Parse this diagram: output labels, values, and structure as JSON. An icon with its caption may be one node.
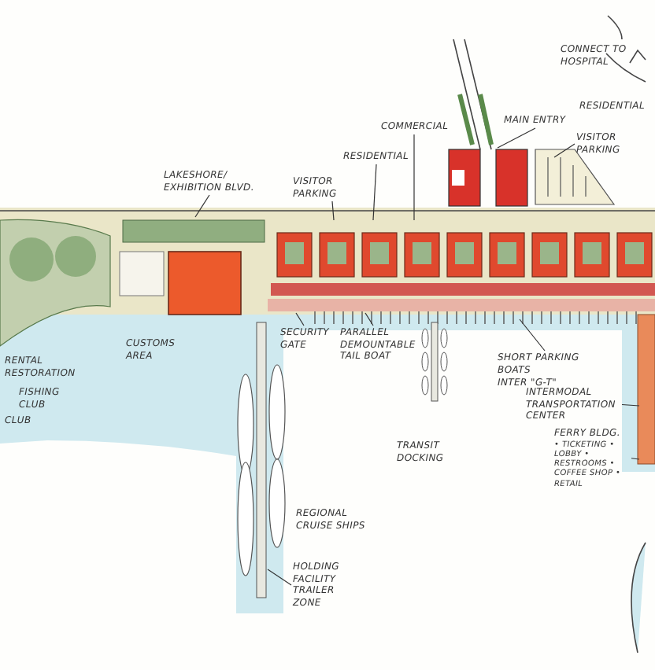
{
  "diagram": {
    "nodes": [
      {
        "text": [
          "LAKESHORE/ EXHIBITION BLVD."
        ]
      },
      {
        "text": [
          "VISITOR PARKING"
        ]
      },
      {
        "text": [
          "RESIDENTIAL"
        ]
      },
      {
        "text": [
          "COMMERCIAL"
        ]
      },
      {
        "text": [
          "MAIN ENTRY"
        ]
      },
      {
        "text": [
          "VISITOR PARKING"
        ]
      },
      {
        "text": [
          "SECURITY GATE"
        ]
      },
      {
        "text": [
          "PARALLEL DEMOUNTABLE TAIL BOAT"
        ]
      },
      {
        "text": [
          "SHORT PARKING BOATS"
        ]
      },
      {
        "text": [
          "INTERMODAL TRANSPORTATION CENTER"
        ]
      },
      {
        "text": [
          "FERRY BLDG.",
          "• TICKETING • LOBBY • RESTROOMS • COFFEE SHOP • RETAIL"
        ]
      },
      {
        "text": [
          "HOLDING FACILITY TRAILER ZONE"
        ]
      }
    ],
    "edges": [
      {
        "from": 0,
        "to": null,
        "arrow": "none"
      },
      {
        "from": 1,
        "to": null,
        "arrow": "none"
      },
      {
        "from": 2,
        "to": null,
        "arrow": "none"
      },
      {
        "from": 3,
        "to": null,
        "arrow": "none"
      },
      {
        "from": 4,
        "to": null,
        "arrow": "none"
      },
      {
        "from": 5,
        "to": null,
        "arrow": "none"
      },
      {
        "from": 6,
        "to": null,
        "arrow": "none"
      },
      {
        "from": 7,
        "to": null,
        "arrow": "none"
      },
      {
        "from": 8,
        "to": null,
        "arrow": "none"
      },
      {
        "from": 9,
        "to": null,
        "arrow": "none"
      },
      {
        "from": 10,
        "to": null,
        "arrow": "none"
      },
      {
        "from": 11,
        "to": null,
        "arrow": "none"
      }
    ],
    "labels": [
      "CONNECT TO HOSPITAL",
      "RESIDENTIAL",
      "CUSTOMS AREA",
      "INTER \"G-T\"",
      "RENTAL RESTORATION",
      "FISHING CLUB",
      "CLUB",
      "TRANSIT DOCKING",
      "REGIONAL CRUISE SHIPS"
    ]
  }
}
